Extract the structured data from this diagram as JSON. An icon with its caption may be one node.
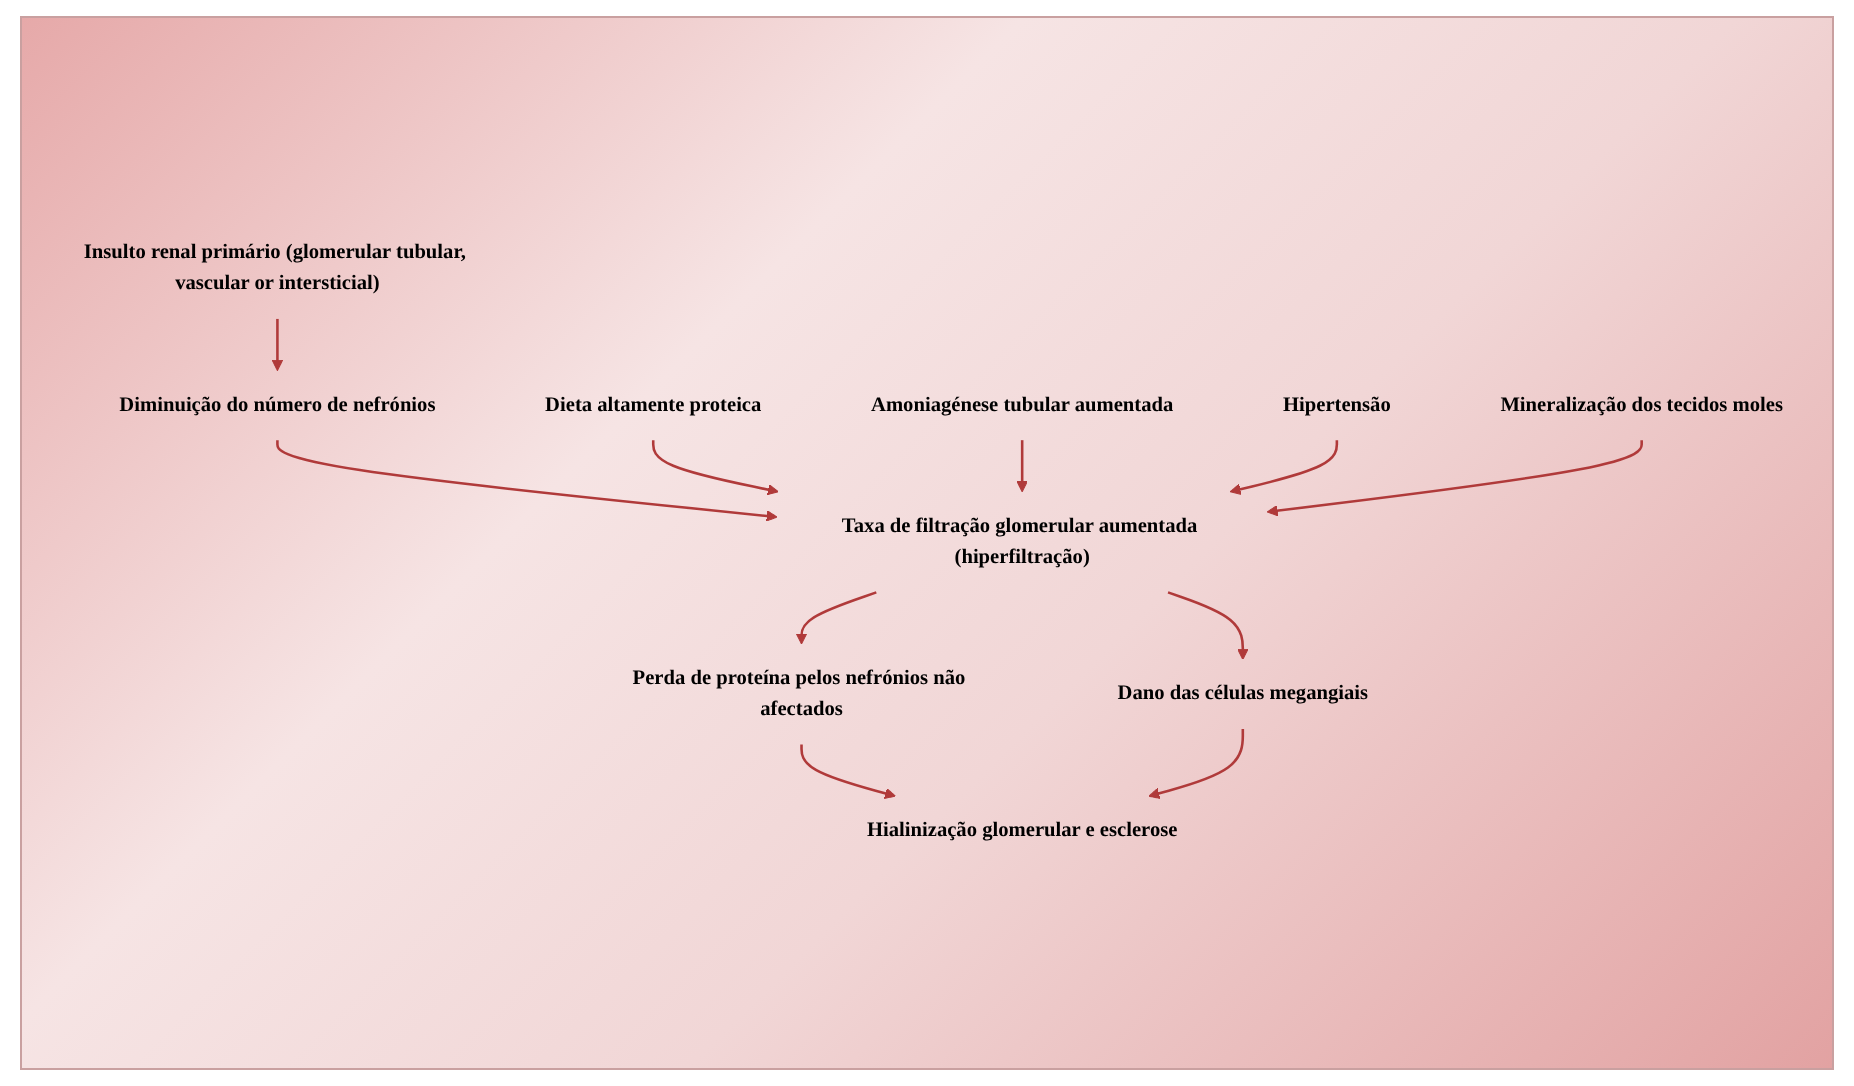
{
  "diagram": {
    "nodes": [
      {
        "text": [
          "Insulto renal primário (glomerular tubular, vascular or intersticial)"
        ]
      },
      {
        "text": [
          "Diminuição do número de nefrónios"
        ]
      },
      {
        "text": [
          "Dieta altamente proteica"
        ]
      },
      {
        "text": [
          "Amoniagénese tubular aumentada"
        ]
      },
      {
        "text": [
          "Hipertensão"
        ]
      },
      {
        "text": [
          "Mineralização dos tecidos moles"
        ]
      },
      {
        "text": [
          "Taxa de filtração glomerular aumentada (hiperfiltração)"
        ]
      },
      {
        "text": [
          "Perda de proteína pelos nefrónios não afectados"
        ]
      },
      {
        "text": [
          "Dano das células megangiais"
        ]
      },
      {
        "text": [
          "Hialinização glomerular e esclerose"
        ]
      }
    ],
    "edges": [
      {
        "from": 0,
        "to": 1,
        "arrow": "to"
      },
      {
        "from": 1,
        "to": 6,
        "arrow": "to"
      },
      {
        "from": 2,
        "to": 6,
        "arrow": "to"
      },
      {
        "from": 3,
        "to": 6,
        "arrow": "to"
      },
      {
        "from": 4,
        "to": 6,
        "arrow": "to"
      },
      {
        "from": 5,
        "to": 6,
        "arrow": "to"
      },
      {
        "from": 6,
        "to": 7,
        "arrow": "to"
      },
      {
        "from": 6,
        "to": 8,
        "arrow": "to"
      },
      {
        "from": 7,
        "to": 9,
        "arrow": "to"
      },
      {
        "from": 8,
        "to": 9,
        "arrow": "to"
      }
    ]
  }
}
